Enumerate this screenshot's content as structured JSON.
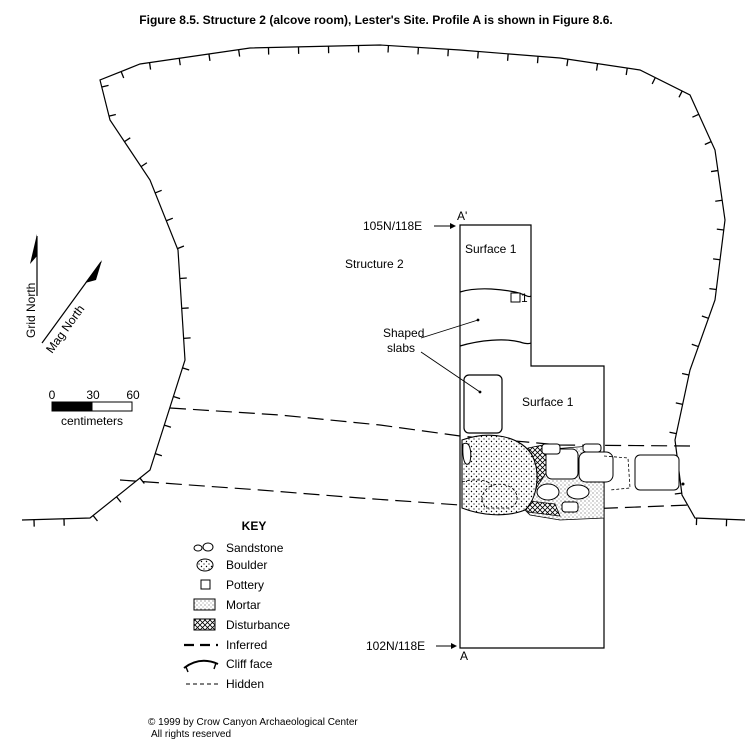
{
  "figure": {
    "title": "Figure 8.5.  Structure 2 (alcove room), Lester's Site. Profile A is shown in Figure 8.6."
  },
  "map": {
    "structure_label": "Structure 2",
    "grid_points": [
      {
        "label": "105N/118E",
        "profile_end": "A'"
      },
      {
        "label": "102N/118E",
        "profile_end": "A"
      }
    ],
    "surfaces": [
      "Surface 1",
      "Surface 1"
    ],
    "shaped_slabs_line1": "Shaped",
    "shaped_slabs_line2": "slabs",
    "pottery_number": "1"
  },
  "north": {
    "grid": "Grid North",
    "mag": "Mag North"
  },
  "scale": {
    "ticks": [
      "0",
      "30",
      "60"
    ],
    "unit": "centimeters"
  },
  "key": {
    "title": "KEY",
    "items": [
      {
        "label": "Sandstone",
        "icon": "sandstone-icon"
      },
      {
        "label": "Boulder",
        "icon": "boulder-icon"
      },
      {
        "label": "Pottery",
        "icon": "pottery-icon"
      },
      {
        "label": "Mortar",
        "icon": "mortar-icon"
      },
      {
        "label": "Disturbance",
        "icon": "disturbance-icon"
      },
      {
        "label": "Inferred",
        "icon": "inferred-line-icon"
      },
      {
        "label": "Cliff face",
        "icon": "cliff-face-icon"
      },
      {
        "label": "Hidden",
        "icon": "hidden-line-icon"
      }
    ]
  },
  "copyright": {
    "line1": "© 1999 by Crow Canyon Archaeological Center",
    "line2": "All rights reserved"
  }
}
